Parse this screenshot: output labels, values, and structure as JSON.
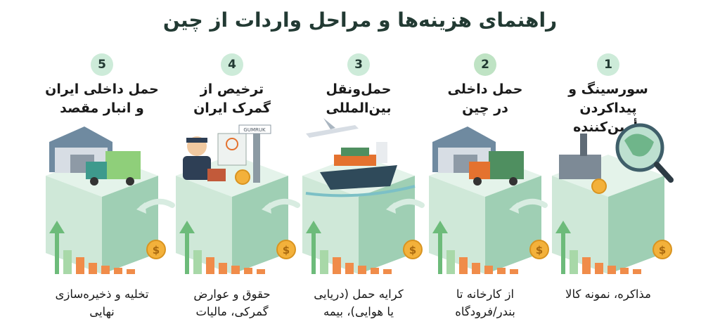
{
  "title": "راهنمای هزینه‌ها و مراحل واردات از چین",
  "colors": {
    "badge_mint": "#cdebd9",
    "badge_green": "#bfe3c4",
    "cube_front": "#cfe8d8",
    "cube_side": "#9fcfb4",
    "cube_top": "#e4f3ea",
    "bar_green": "#a8d8a8",
    "bar_orange": "#f08c4a",
    "arrow_green": "#6dbb7a",
    "coin": "#f3b13b",
    "sea": "#7cc0c6"
  },
  "steps": [
    {
      "number": "1",
      "heading": "سورسینگ و پیداکردن\nتأمین‌کننده",
      "description": "مذاکره، نمونه کالا",
      "icon": "factory-magnifier-icon"
    },
    {
      "number": "2",
      "heading": "حمل داخلی\nدر چین",
      "description": "از کارخانه تا\nبندر/فرودگاه",
      "icon": "warehouse-truck-icon"
    },
    {
      "number": "3",
      "heading": "حمل‌ونقل\nبین‌المللی",
      "description": "کرایه حمل (دریایی\nیا هوایی)، بیمه",
      "icon": "ship-plane-icon"
    },
    {
      "number": "4",
      "heading": "ترخیص از\nگمرک ایران",
      "description": "حقوق و عوارض\nگمرکی، مالیات",
      "icon": "customs-officer-icon",
      "sign_text": "GUMRUK"
    },
    {
      "number": "5",
      "heading": "حمل داخلی ایران\nو انبار مقصد",
      "description": "تخلیه و ذخیره‌سازی\nنهایی",
      "icon": "warehouse-truck-icon"
    }
  ],
  "coin_symbol": "$"
}
